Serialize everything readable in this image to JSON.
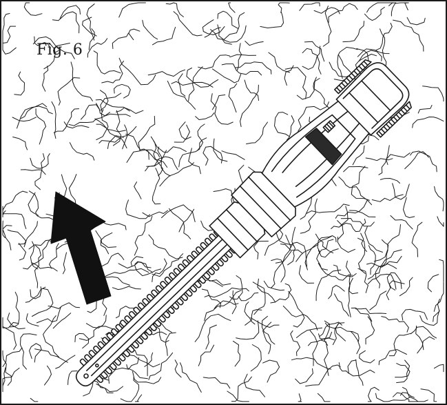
{
  "figure": {
    "label": "Fig. 6",
    "line_color": "#1a1a1a",
    "background_color": "#ffffff",
    "arrow_color": "#111111"
  },
  "illustration": {
    "subject": "hedge-trimmer",
    "background": "hedge-foliage",
    "indicator": "direction-arrow"
  }
}
